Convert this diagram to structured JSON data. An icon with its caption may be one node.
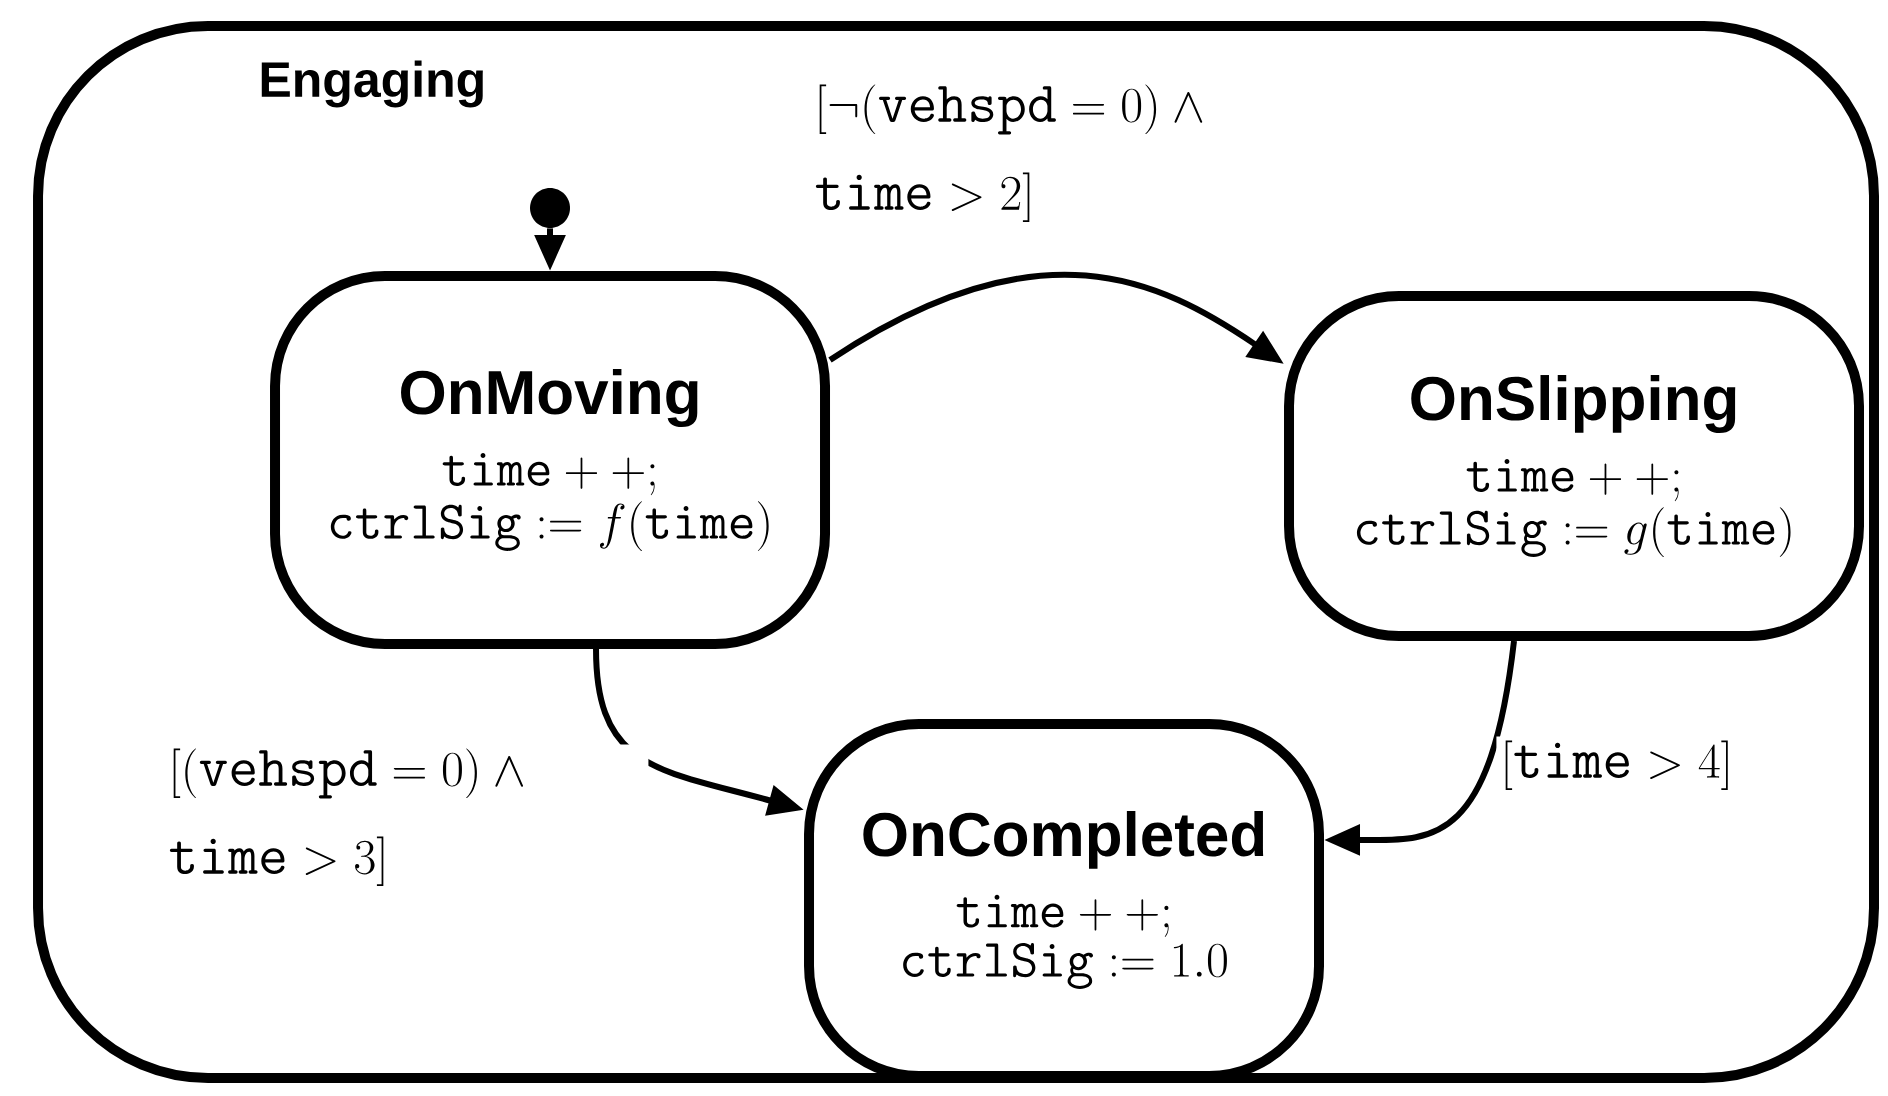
{
  "diagram": {
    "nodes": [
      {
        "text": [
          "Engaging"
        ]
      },
      {
        "text": [],
        "shape": "circle",
        "in": 0
      },
      {
        "text": [
          "OnMoving",
          "\\mathtt{time}++;",
          "\\mathtt{ctrlSig}:=f(\\mathtt{time})"
        ],
        "in": 0
      },
      {
        "text": [
          "OnSlipping",
          "\\mathtt{time}++;",
          "\\mathtt{ctrlSig}:=g(\\mathtt{time})"
        ],
        "in": 0
      },
      {
        "text": [
          "OnCompleted",
          "\\mathtt{time}++;",
          "\\mathtt{ctrlSig}:=1.0"
        ],
        "in": 0
      }
    ],
    "edges": [
      {
        "from": 1,
        "to": 2,
        "arrow": "to"
      },
      {
        "from": 2,
        "to": 3,
        "arrow": "to",
        "label": "[\\neg(\\mathtt{vehspd}=0)\\wedge \\mathtt{time}>2]"
      },
      {
        "from": 2,
        "to": 4,
        "arrow": "to",
        "label": "[(\\mathtt{vehspd}=0)\\wedge \\mathtt{time}>3]"
      },
      {
        "from": 3,
        "to": 4,
        "arrow": "to",
        "label": "[\\mathtt{time}>4]"
      }
    ]
  }
}
